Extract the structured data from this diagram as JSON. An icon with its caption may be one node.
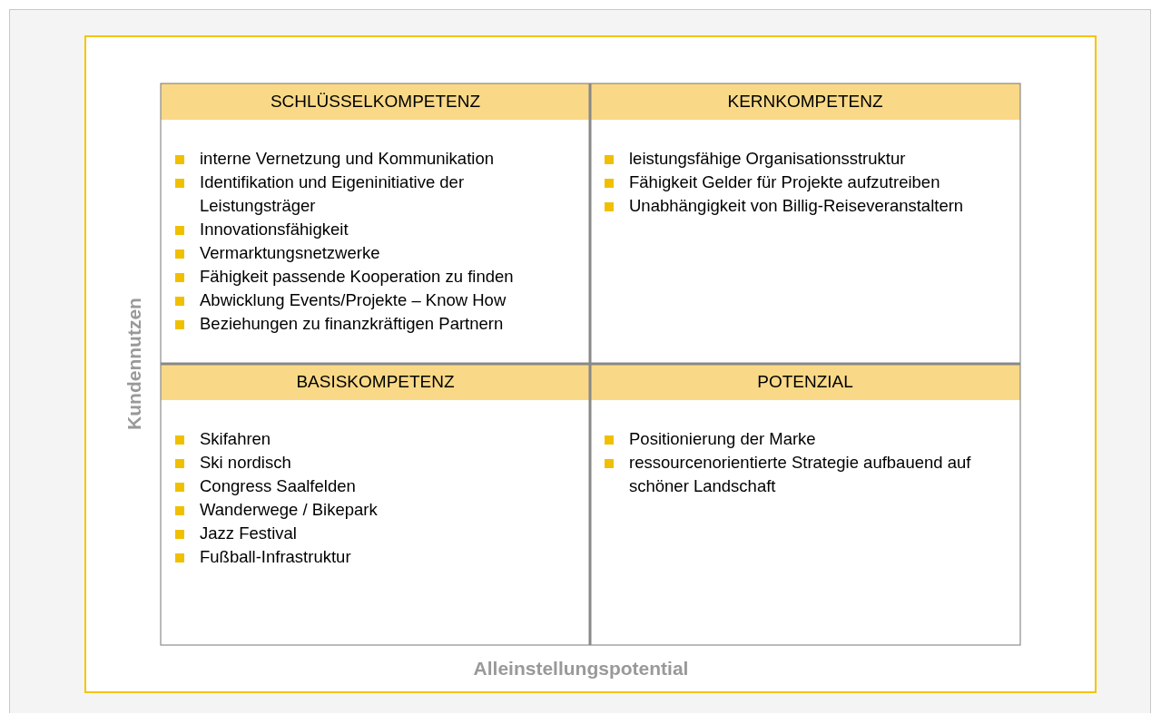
{
  "diagram": {
    "nodes": [
      {
        "text": [
          "SCHLÜSSELKOMPETENZ",
          "interne Vernetzung und Kommunikation",
          "Identifikation und Eigeninitiative der Leistungsträger",
          "Innovationsfähigkeit",
          "Vermarktungsnetzwerke",
          "Fähigkeit passende Kooperation zu finden",
          "Abwicklung Events/Projekte – Know How",
          "Beziehungen zu finanzkräftigen Partnern"
        ]
      },
      {
        "text": [
          "KERNKOMPETENZ",
          "leistungsfähige Organisationsstruktur",
          "Fähigkeit Gelder für Projekte aufzutreiben",
          "Unabhängigkeit von Billig-Reiseveranstaltern"
        ]
      },
      {
        "text": [
          "BASISKOMPETENZ",
          "Skifahren",
          "Ski nordisch",
          "Congress Saalfelden",
          "Wanderwege / Bikepark",
          "Jazz Festival",
          "Fußball-Infrastruktur"
        ]
      },
      {
        "text": [
          "POTENZIAL",
          "Positionierung der Marke",
          "ressourcenorientierte Strategie aufbauend auf schöner Landschaft"
        ]
      }
    ],
    "labels": [
      "Kundennutzen",
      "Alleinstellungspotential"
    ]
  }
}
